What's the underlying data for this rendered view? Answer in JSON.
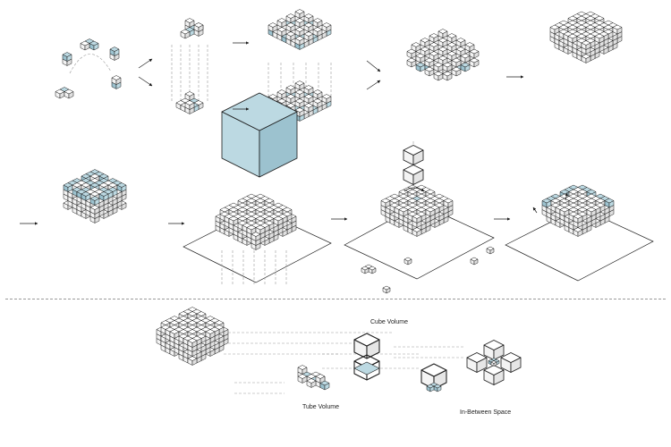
{
  "labels": {
    "cube_volume": "Cube Volume",
    "tube_volume": "Tube Volume",
    "in_between_space": "In-Between Space"
  },
  "colors": {
    "accent": "#bcd9e2",
    "accent_dark": "#9cc2cf",
    "line": "#1c1c1c",
    "dashed": "#9a9a9a",
    "face_top": "#ffffff",
    "face_left": "#f3f3f3",
    "face_right": "#e0e0e0"
  },
  "icons": [
    "arrow-right-icon",
    "rotate-arrow-icon"
  ]
}
